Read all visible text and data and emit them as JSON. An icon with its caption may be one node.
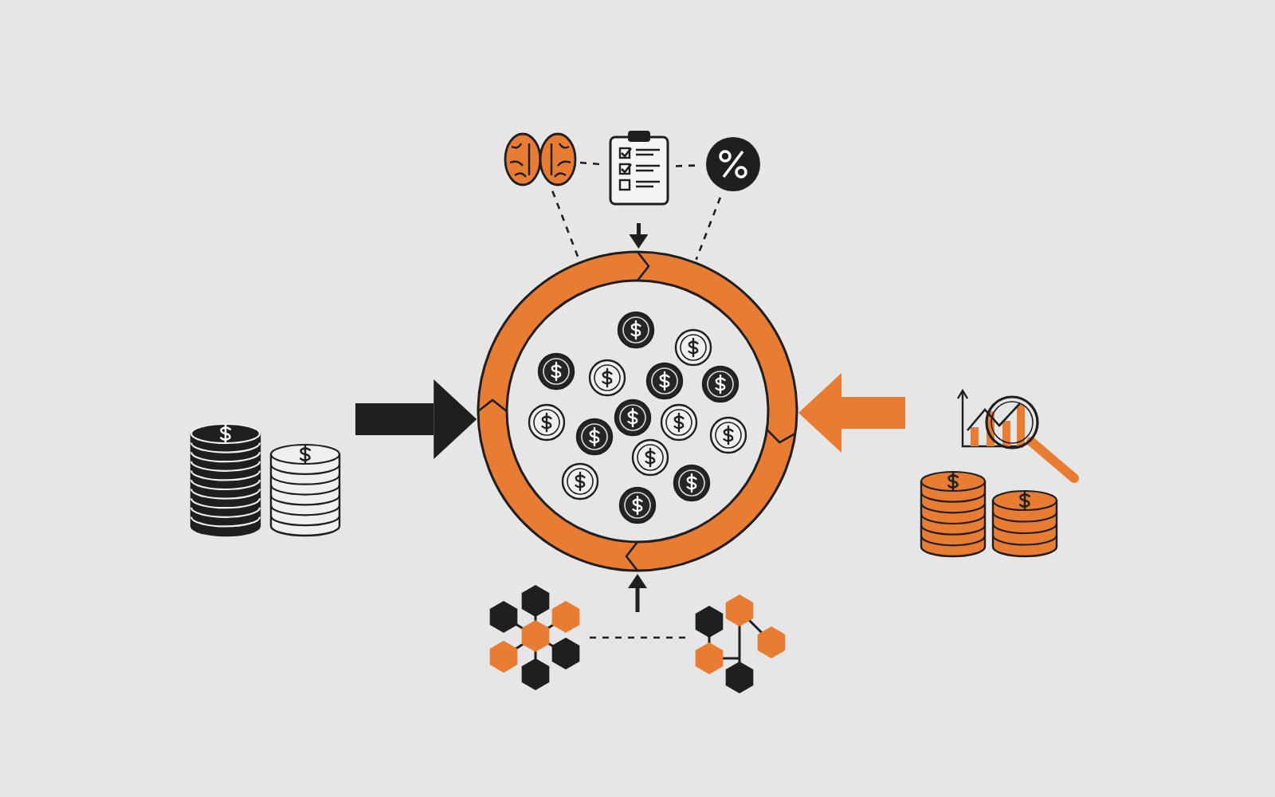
{
  "diagram": {
    "nodes": [
      {
        "text": [],
        "shape": "picture"
      },
      {
        "text": [],
        "shape": "picture"
      },
      {
        "text": [],
        "shape": "picture"
      },
      {
        "text": [],
        "shape": "circle"
      },
      {
        "text": [],
        "shape": "picture"
      },
      {
        "text": [],
        "shape": "picture"
      },
      {
        "text": [],
        "shape": "picture"
      },
      {
        "text": [],
        "shape": "picture"
      }
    ],
    "edges": [
      {
        "from": 0,
        "to": 1,
        "arrow": "none",
        "style": "dashed"
      },
      {
        "from": 1,
        "to": 2,
        "arrow": "none",
        "style": "dashed"
      },
      {
        "from": 0,
        "to": 3,
        "arrow": "none",
        "style": "dashed"
      },
      {
        "from": 2,
        "to": 3,
        "arrow": "none",
        "style": "dashed"
      },
      {
        "from": 1,
        "to": 3,
        "arrow": "to"
      },
      {
        "from": 4,
        "to": 3,
        "arrow": "to",
        "style": "thick"
      },
      {
        "from": 5,
        "to": 3,
        "arrow": "to",
        "style": "thick",
        "color": "#e97c33"
      },
      {
        "from": 6,
        "to": 7,
        "arrow": "none",
        "style": "dashed"
      },
      {
        "from": null,
        "to": 3,
        "arrow": "to"
      }
    ]
  }
}
